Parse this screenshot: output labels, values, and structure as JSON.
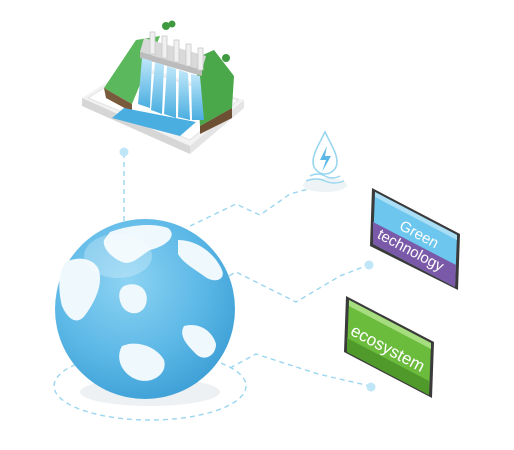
{
  "signs": {
    "green_tech": {
      "line1": "Green",
      "line2": "technology"
    },
    "ecosystem": {
      "label": "ecosystem"
    }
  },
  "colors": {
    "connector": "#8fd0ec",
    "globe_ocean": "#5cb8e6",
    "globe_land": "#eef8fd",
    "dam_grass": "#5cb85c",
    "water": "#4aaee0",
    "green_tech_panel": "#6cc6ee",
    "green_tech_band": "#7a5aa8",
    "ecosystem_panel": "#6bbb3c"
  },
  "icons": [
    "hydro-dam-icon",
    "water-drop-lightning-icon",
    "globe-icon"
  ]
}
